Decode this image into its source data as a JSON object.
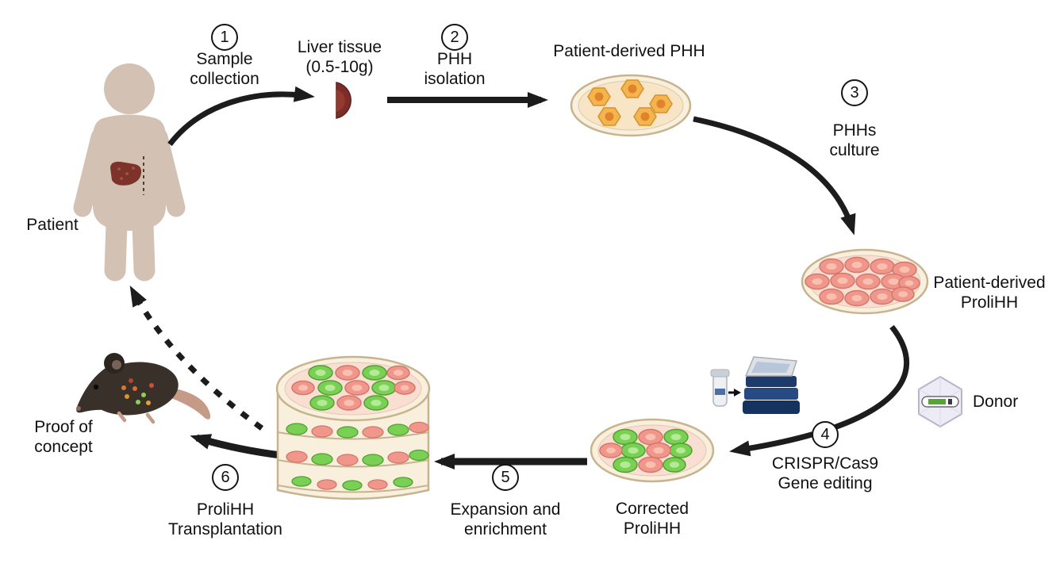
{
  "diagram": {
    "background": "#ffffff",
    "steps": [
      {
        "num": "1",
        "line1": "Sample",
        "line2": "collection"
      },
      {
        "num": "2",
        "line1": "PHH",
        "line2": "isolation"
      },
      {
        "num": "3",
        "line1": "PHHs",
        "line2": "culture"
      },
      {
        "num": "4",
        "line1": "CRISPR/Cas9",
        "line2": "Gene editing"
      },
      {
        "num": "5",
        "line1": "Expansion and",
        "line2": "enrichment"
      },
      {
        "num": "6",
        "line1": "ProliHH",
        "line2": "Transplantation"
      }
    ],
    "labels": {
      "patient": "Patient",
      "liver_tissue_line1": "Liver tissue",
      "liver_tissue_line2": "(0.5-10g)",
      "phh_dish": "Patient-derived PHH",
      "prolihh_dish_line1": "Patient-derived",
      "prolihh_dish_line2": "ProliHH",
      "donor": "Donor",
      "corrected_line1": "Corrected",
      "corrected_line2": "ProliHH",
      "proof_line1": "Proof of",
      "proof_line2": "concept"
    },
    "icons": {
      "patient": "human-figure-icon",
      "liver": "liver-icon",
      "liver_tissue": "liver-tissue-wedge-icon",
      "phh_dish": "petri-dish-hepatocytes-icon",
      "prolihh_dish": "petri-dish-prolihh-icon",
      "corrected_dish": "petri-dish-corrected-icon",
      "stacked_dishes": "stacked-culture-dishes-icon",
      "mouse": "mouse-icon",
      "machine": "gene-editing-device-icon",
      "vial": "sample-tube-icon",
      "donor_virus": "donor-capsid-icon"
    },
    "colors": {
      "arrow": "#1c1c1c",
      "patient_body": "#d3c2b4",
      "liver": "#7e332a",
      "phh_cell": "#f3b64f",
      "prolihh_cell": "#f0968b",
      "edited_cell": "#79d055",
      "dish_fill": "#f8efdd",
      "dish_stroke": "#c8b391",
      "machine_blue": "#274a85",
      "mouse_body": "#39302a",
      "donor_insert_green": "#56a637"
    }
  }
}
